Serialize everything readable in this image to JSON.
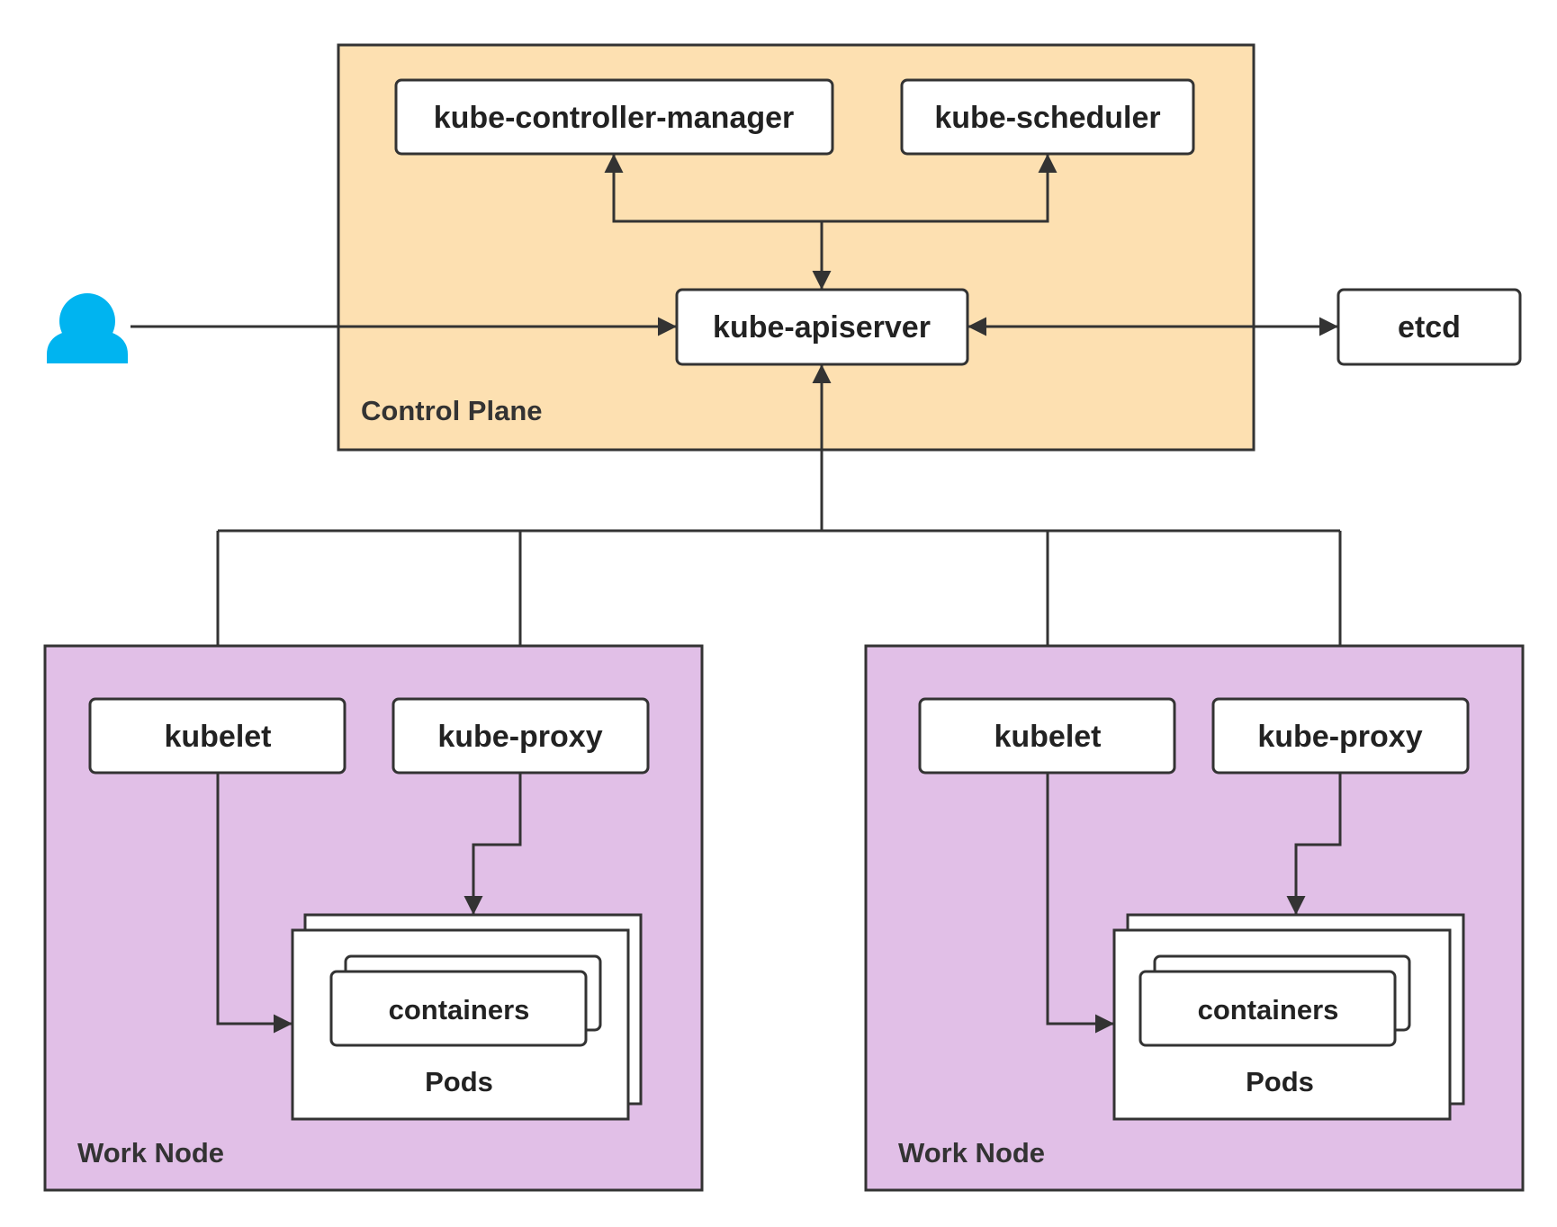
{
  "colors": {
    "control_plane_fill": "#fde0b1",
    "work_node_fill": "#e1bfe7",
    "user_icon": "#00b4f0",
    "stroke": "#333333",
    "box_fill": "#ffffff"
  },
  "user": {
    "icon": "user-icon"
  },
  "control_plane": {
    "label": "Control Plane",
    "controller_manager": "kube-controller-manager",
    "scheduler": "kube-scheduler",
    "apiserver": "kube-apiserver"
  },
  "etcd": "etcd",
  "work_nodes": [
    {
      "label": "Work Node",
      "kubelet": "kubelet",
      "proxy": "kube-proxy",
      "containers": "containers",
      "pods": "Pods"
    },
    {
      "label": "Work Node",
      "kubelet": "kubelet",
      "proxy": "kube-proxy",
      "containers": "containers",
      "pods": "Pods"
    }
  ]
}
